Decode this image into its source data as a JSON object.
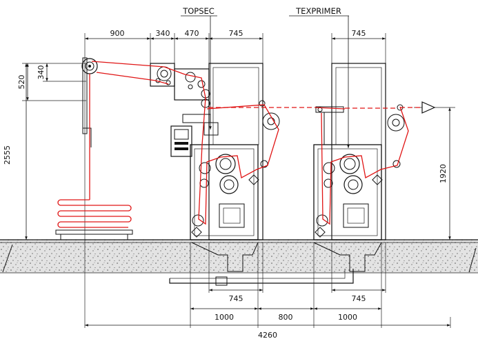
{
  "titles": {
    "topsec": "TOPSEC",
    "texprimer": "TEXPRIMER"
  },
  "dimensions": {
    "top_900": "900",
    "top_340": "340",
    "top_470": "470",
    "top_745_a": "745",
    "top_745_b": "745",
    "left_520": "520",
    "left_340": "340",
    "left_2555": "2555",
    "right_1920": "1920",
    "bot_745_a": "745",
    "bot_745_b": "745",
    "bot_1000_a": "1000",
    "bot_800": "800",
    "bot_1000_b": "1000",
    "bot_4260": "4260"
  },
  "colors": {
    "web_path": "#e01414",
    "lines": "#111111",
    "ground": "#d9d9d9"
  },
  "icons": {
    "exit_arrow": "hollow-arrow-icon"
  }
}
